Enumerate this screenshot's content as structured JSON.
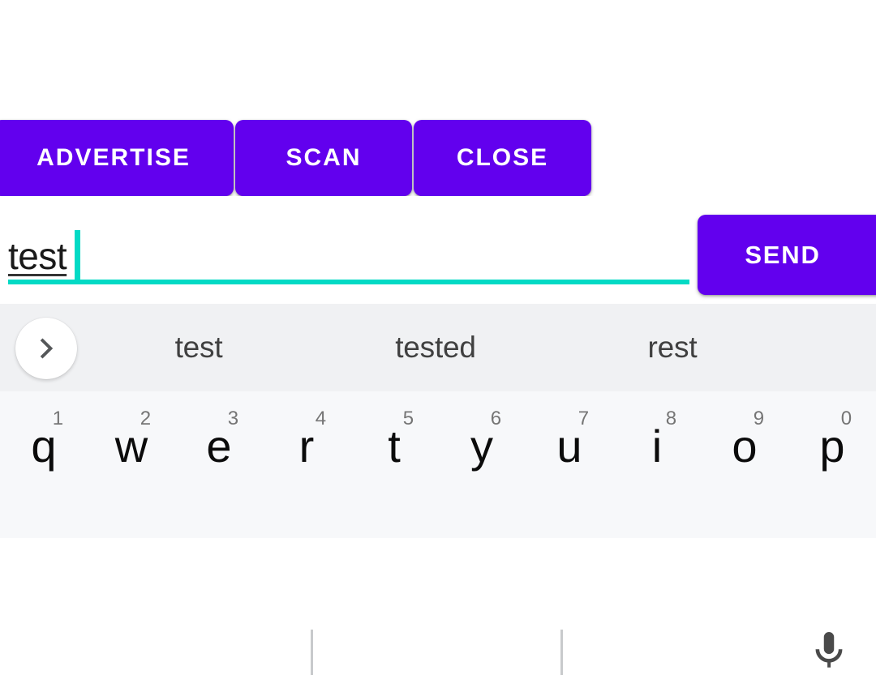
{
  "app": {
    "background_color": "#FFFFFF",
    "accent_color": "#6200EE",
    "secondary_color": "#03DAC5"
  },
  "actions": {
    "buttons": [
      {
        "label": "ADVERTISE",
        "name": "advertise-button"
      },
      {
        "label": "SCAN",
        "name": "scan-button"
      },
      {
        "label": "CLOSE",
        "name": "close-button"
      }
    ]
  },
  "compose": {
    "input": {
      "value": "test",
      "placeholder": "",
      "caret_visible": true,
      "underline_color": "#03DAC5"
    },
    "send_label": "SEND"
  },
  "keyboard": {
    "background_color": "#F7F8FA",
    "suggestion_bar": {
      "background_color": "#F0F1F3",
      "expand_icon": "chevron-right-icon",
      "mic_icon": "microphone-icon",
      "suggestions": [
        {
          "text": "test"
        },
        {
          "text": "tested"
        },
        {
          "text": "rest"
        }
      ]
    },
    "rows": [
      {
        "name": "keyboard-row-top",
        "keys": [
          {
            "letter": "q",
            "number": "1"
          },
          {
            "letter": "w",
            "number": "2"
          },
          {
            "letter": "e",
            "number": "3"
          },
          {
            "letter": "r",
            "number": "4"
          },
          {
            "letter": "t",
            "number": "5"
          },
          {
            "letter": "y",
            "number": "6"
          },
          {
            "letter": "u",
            "number": "7"
          },
          {
            "letter": "i",
            "number": "8"
          },
          {
            "letter": "o",
            "number": "9"
          },
          {
            "letter": "p",
            "number": "0"
          }
        ]
      }
    ]
  }
}
